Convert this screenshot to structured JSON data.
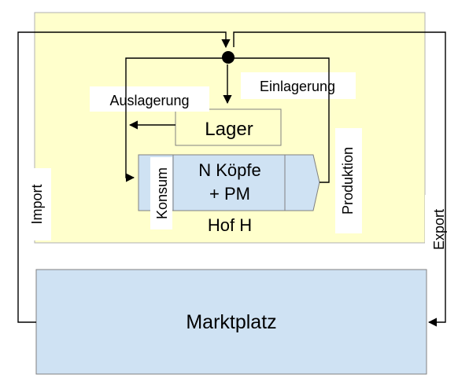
{
  "labels": {
    "lager": "Lager",
    "n_koepfe": "N Köpfe",
    "pm": "+ PM",
    "hof": "Hof H",
    "marktplatz": "Marktplatz",
    "auslagerung": "Auslagerung",
    "einlagerung": "Einlagerung",
    "konsum": "Konsum",
    "produktion": "Produktion",
    "import": "Import",
    "export": "Export"
  },
  "colors": {
    "hof_fill": "#ffffcc",
    "box_fill": "#cfe2f3",
    "line": "#000000",
    "border": "#808080"
  }
}
